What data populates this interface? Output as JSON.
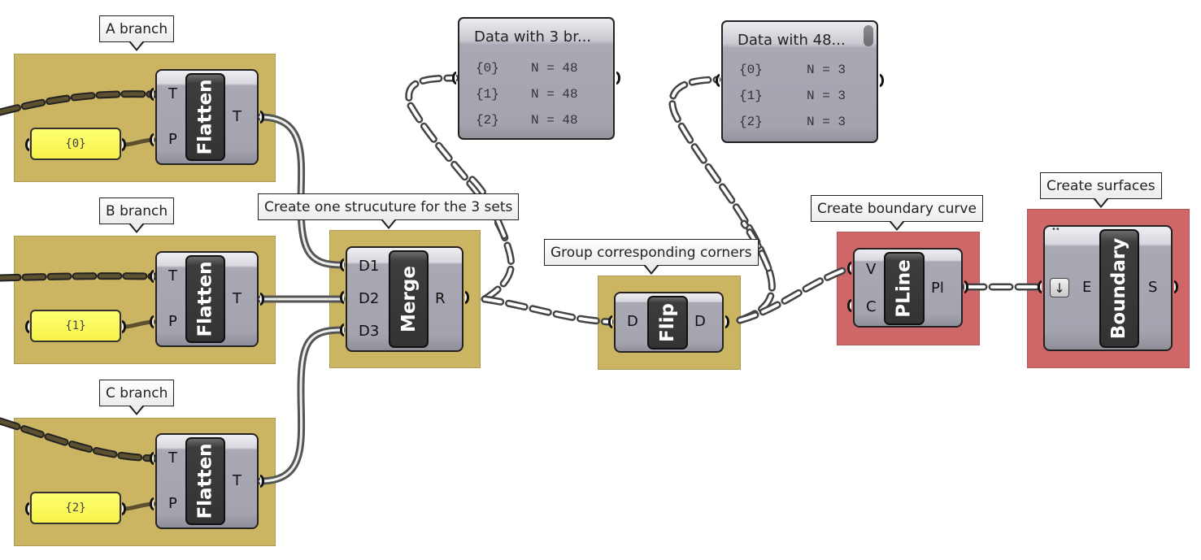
{
  "canvas": {
    "groups": {
      "a_branch": {
        "label": "A branch",
        "color": "#cbb462"
      },
      "b_branch": {
        "label": "B branch",
        "color": "#cbb462"
      },
      "c_branch": {
        "label": "C branch",
        "color": "#cbb462"
      },
      "merge_group": {
        "label": "Create one strucuture for the 3 sets",
        "color": "#cbb462"
      },
      "flip_group": {
        "label": "Group corresponding corners",
        "color": "#cbb462"
      },
      "pline_group": {
        "label": "Create boundary curve",
        "color": "#cf6768"
      },
      "boundary_group": {
        "label": "Create surfaces",
        "color": "#cf6768"
      }
    },
    "components": {
      "flatten_a": {
        "name": "Flatten",
        "inputs": [
          "T",
          "P"
        ],
        "outputs": [
          "T"
        ]
      },
      "flatten_b": {
        "name": "Flatten",
        "inputs": [
          "T",
          "P"
        ],
        "outputs": [
          "T"
        ]
      },
      "flatten_c": {
        "name": "Flatten",
        "inputs": [
          "T",
          "P"
        ],
        "outputs": [
          "T"
        ]
      },
      "merge": {
        "name": "Merge",
        "inputs": [
          "D1",
          "D2",
          "D3"
        ],
        "outputs": [
          "R"
        ]
      },
      "flip": {
        "name": "Flip",
        "inputs": [
          "D"
        ],
        "outputs": [
          "D"
        ]
      },
      "pline": {
        "name": "PLine",
        "inputs": [
          "V",
          "C"
        ],
        "outputs": [
          "Pl"
        ]
      },
      "boundary": {
        "name": "Boundary",
        "inputs": [
          "E"
        ],
        "outputs": [
          "S"
        ],
        "input_icon": "↓"
      }
    },
    "panels": {
      "path_a": {
        "value": "{0}"
      },
      "path_b": {
        "value": "{1}"
      },
      "path_c": {
        "value": "{2}"
      }
    },
    "viewers": {
      "viewer_left": {
        "title": "Data with 3 br...",
        "rows": [
          {
            "path": "{0}",
            "count": "N = 48"
          },
          {
            "path": "{1}",
            "count": "N = 48"
          },
          {
            "path": "{2}",
            "count": "N = 48"
          }
        ]
      },
      "viewer_right": {
        "title": "Data with 48...",
        "rows": [
          {
            "path": "{0}",
            "count": "N = 3"
          },
          {
            "path": "{1}",
            "count": "N = 3"
          },
          {
            "path": "{2}",
            "count": "N = 3"
          }
        ]
      }
    },
    "wire_colors": {
      "default": "#6e6e6e",
      "selected": "#5c5030"
    }
  }
}
